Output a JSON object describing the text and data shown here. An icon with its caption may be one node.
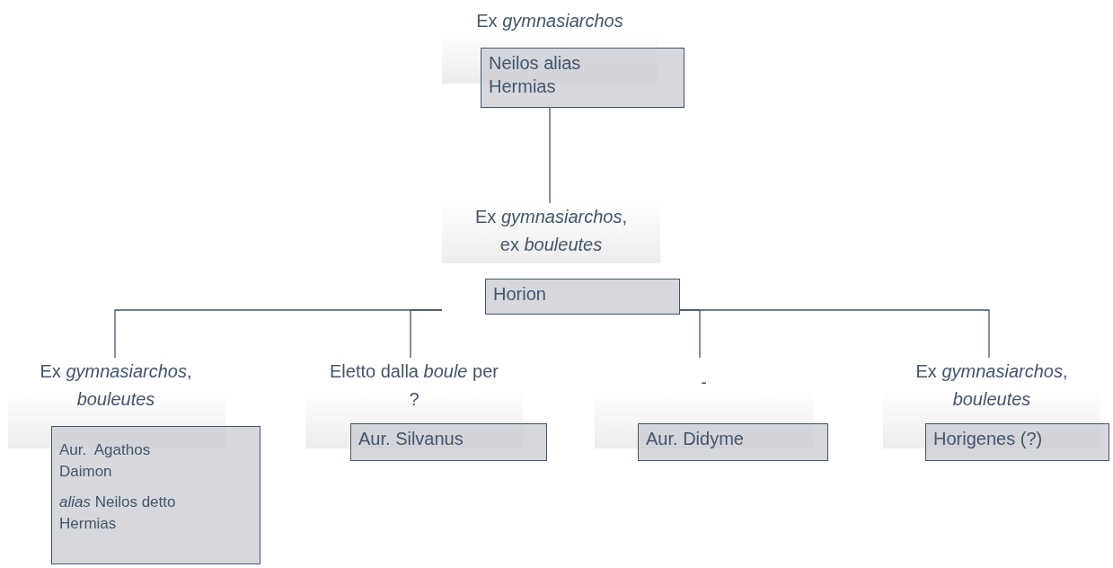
{
  "diagram": {
    "nodes": [
      {
        "text": [
          "Ex *gymnasiarchos*",
          "Neilos alias Hermias"
        ]
      },
      {
        "text": [
          "Ex *gymnasiarchos*, ex *bouleutes*",
          "Horion"
        ]
      },
      {
        "text": [
          "Ex *gymnasiarchos*, *bouleutes*",
          "Aur.  Agathos Daimon",
          "*alias* Neilos detto Hermias"
        ]
      },
      {
        "text": [
          "Eletto dalla *boule* per ?",
          "Aur. Silvanus"
        ]
      },
      {
        "text": [
          "-",
          "Aur. Didyme"
        ]
      },
      {
        "text": [
          "Ex *gymnasiarchos*, *bouleutes*",
          "Horigenes (?)"
        ]
      }
    ],
    "edges": [
      {
        "from": 0,
        "to": 1,
        "arrow": "none"
      },
      {
        "from": 1,
        "to": 2,
        "arrow": "none"
      },
      {
        "from": 1,
        "to": 3,
        "arrow": "none"
      },
      {
        "from": 1,
        "to": 4,
        "arrow": "none"
      },
      {
        "from": 1,
        "to": 5,
        "arrow": "none"
      }
    ]
  }
}
